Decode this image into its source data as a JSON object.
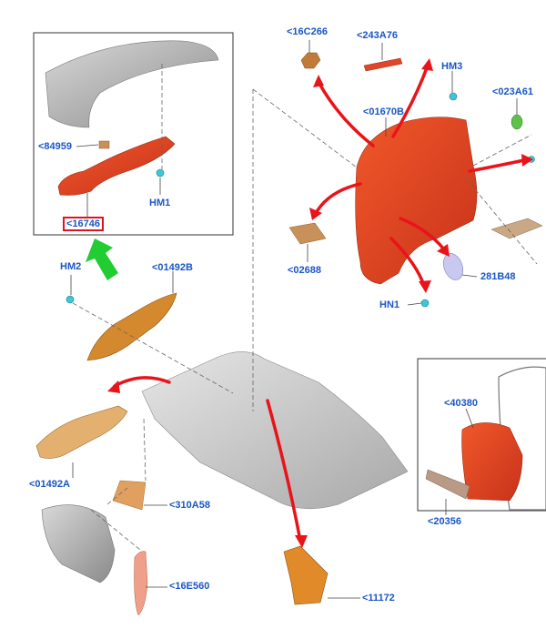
{
  "colors": {
    "label": "#1a56c4",
    "highlight_box": "#e0141e",
    "red_part": "#e4441e",
    "arrow_red": "#e8141a",
    "arrow_green": "#22cc33",
    "leader": "#444444",
    "dash": "#666666",
    "orange_part": "#d4892e",
    "tan_part": "#c9915a",
    "clip": "#3cc6d8"
  },
  "callouts": {
    "c84959": "<84959",
    "c16746": "<16746",
    "hm1": "HM1",
    "hm2": "HM2",
    "c01492b": "<01492B",
    "c16c266": "<16C266",
    "c243a76": "<243A76",
    "hm3": "HM3",
    "c023a61": "<023A61",
    "c01670b": "<01670B",
    "c02688": "<02688",
    "hn1": "HN1",
    "c281b48": "281B48",
    "c01492a": "<01492A",
    "c310a58": "<310A58",
    "c16e560": "<16E560",
    "c11172": "<11172",
    "c40380": "<40380",
    "c20356": "<20356"
  }
}
